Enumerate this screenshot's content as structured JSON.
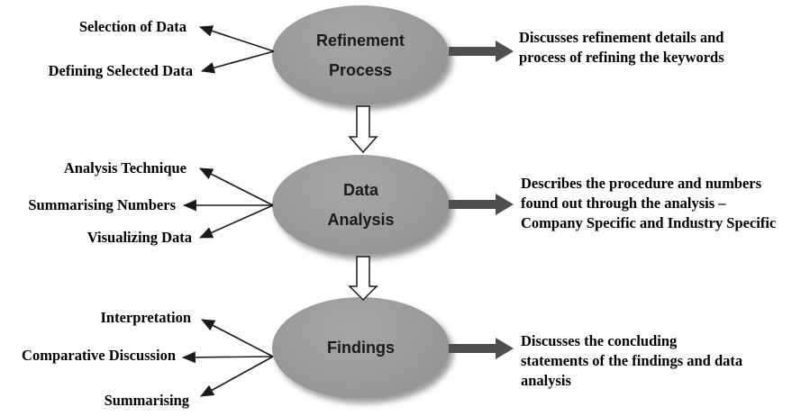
{
  "diagram": {
    "rows": [
      {
        "node_label": "Refinement\nProcess",
        "left_labels": [
          "Selection of Data",
          "Defining Selected Data"
        ],
        "description": "Discusses refinement details and\nprocess of refining the keywords"
      },
      {
        "node_label": "Data\nAnalysis",
        "left_labels": [
          "Analysis Technique",
          "Summarising Numbers",
          "Visualizing Data"
        ],
        "description": "Describes the procedure and numbers\nfound out through the analysis –\nCompany Specific and Industry Specific"
      },
      {
        "node_label": "Findings",
        "left_labels": [
          "Interpretation",
          "Comparative Discussion",
          "Summarising"
        ],
        "description": "Discusses the concluding\nstatements of the findings and data\nanalysis"
      }
    ],
    "icons": {
      "down_arrow": "hollow-block-arrow-down",
      "thick_arrow": "solid-block-arrow-right",
      "label_pointer": "solid-arrowhead-left"
    },
    "colors": {
      "background": "#ffffff",
      "node_fill_top": "#a6a6a6",
      "node_fill": "#9b9b9b",
      "node_fill_edge": "#8d8d8d",
      "node_text": "#1a1a1a",
      "label_text": "#000000",
      "connector": "#1a1a1a",
      "hollow_arrow_fill": "#ffffff",
      "thick_arrow": "#4f4f51"
    }
  }
}
